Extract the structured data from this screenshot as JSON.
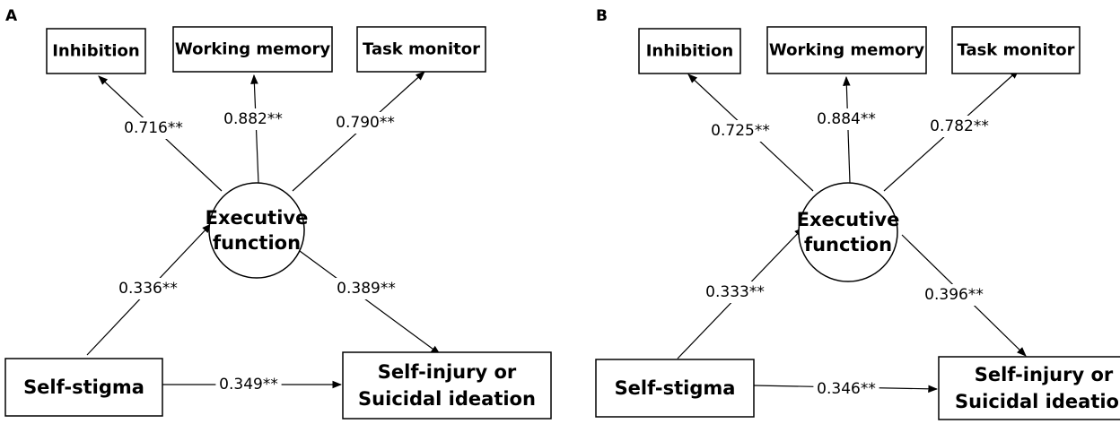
{
  "panels": [
    {
      "label": "A",
      "indicators": [
        "Inhibition",
        "Working memory",
        "Task monitor"
      ],
      "latent": [
        "Executive",
        "function"
      ],
      "predictor": "Self-stigma",
      "outcome": [
        "Self-injury or",
        "Suicidal ideation"
      ],
      "loadings": [
        "0.716**",
        "0.882**",
        "0.790**"
      ],
      "path_a": "0.336**",
      "path_b": "0.389**",
      "path_c": "0.349**"
    },
    {
      "label": "B",
      "indicators": [
        "Inhibition",
        "Working memory",
        "Task monitor"
      ],
      "latent": [
        "Executive",
        "function"
      ],
      "predictor": "Self-stigma",
      "outcome": [
        "Self-injury or",
        "Suicidal ideation"
      ],
      "loadings": [
        "0.725**",
        "0.884**",
        "0.782**"
      ],
      "path_a": "0.333**",
      "path_b": "0.396**",
      "path_c": "0.346**"
    }
  ]
}
